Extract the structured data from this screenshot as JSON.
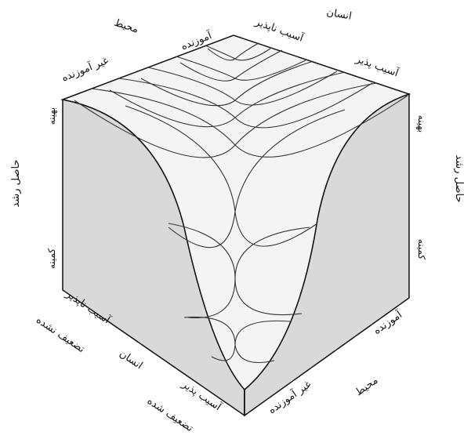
{
  "labels": {
    "top_environment": "محیط",
    "top_human": "انسان",
    "top_adaptive": "آموزنده",
    "top_invulnerable": "آسیب ناپذیر",
    "top_nonadaptive": "غیر آموزنده",
    "top_vulnerable": "آسیب پذیر",
    "left_optimal": "بهینه",
    "left_growth_outcome": "حاصل رشد",
    "left_minimum": "کمینه",
    "right_optimal": "بهینه",
    "right_growth_outcome": "حاصل رشد",
    "right_minimum": "کمینه",
    "left_invulnerable": "آسیب ناپذیر",
    "left_impaired": "تضعیف نشده",
    "left_human": "انسان",
    "left_vulnerable": "آسیب پذیر",
    "left_impaired_bottom": "تضعیف شده",
    "right_adaptive": "آموزنده",
    "right_nonadaptive": "غیر آموزنده",
    "right_environment": "محیط"
  },
  "colors": {
    "side_fill": "#d9d9d9",
    "surface_fill": "#f4f4f4",
    "edge_stroke": "#111111",
    "grid_stroke": "#333333"
  }
}
